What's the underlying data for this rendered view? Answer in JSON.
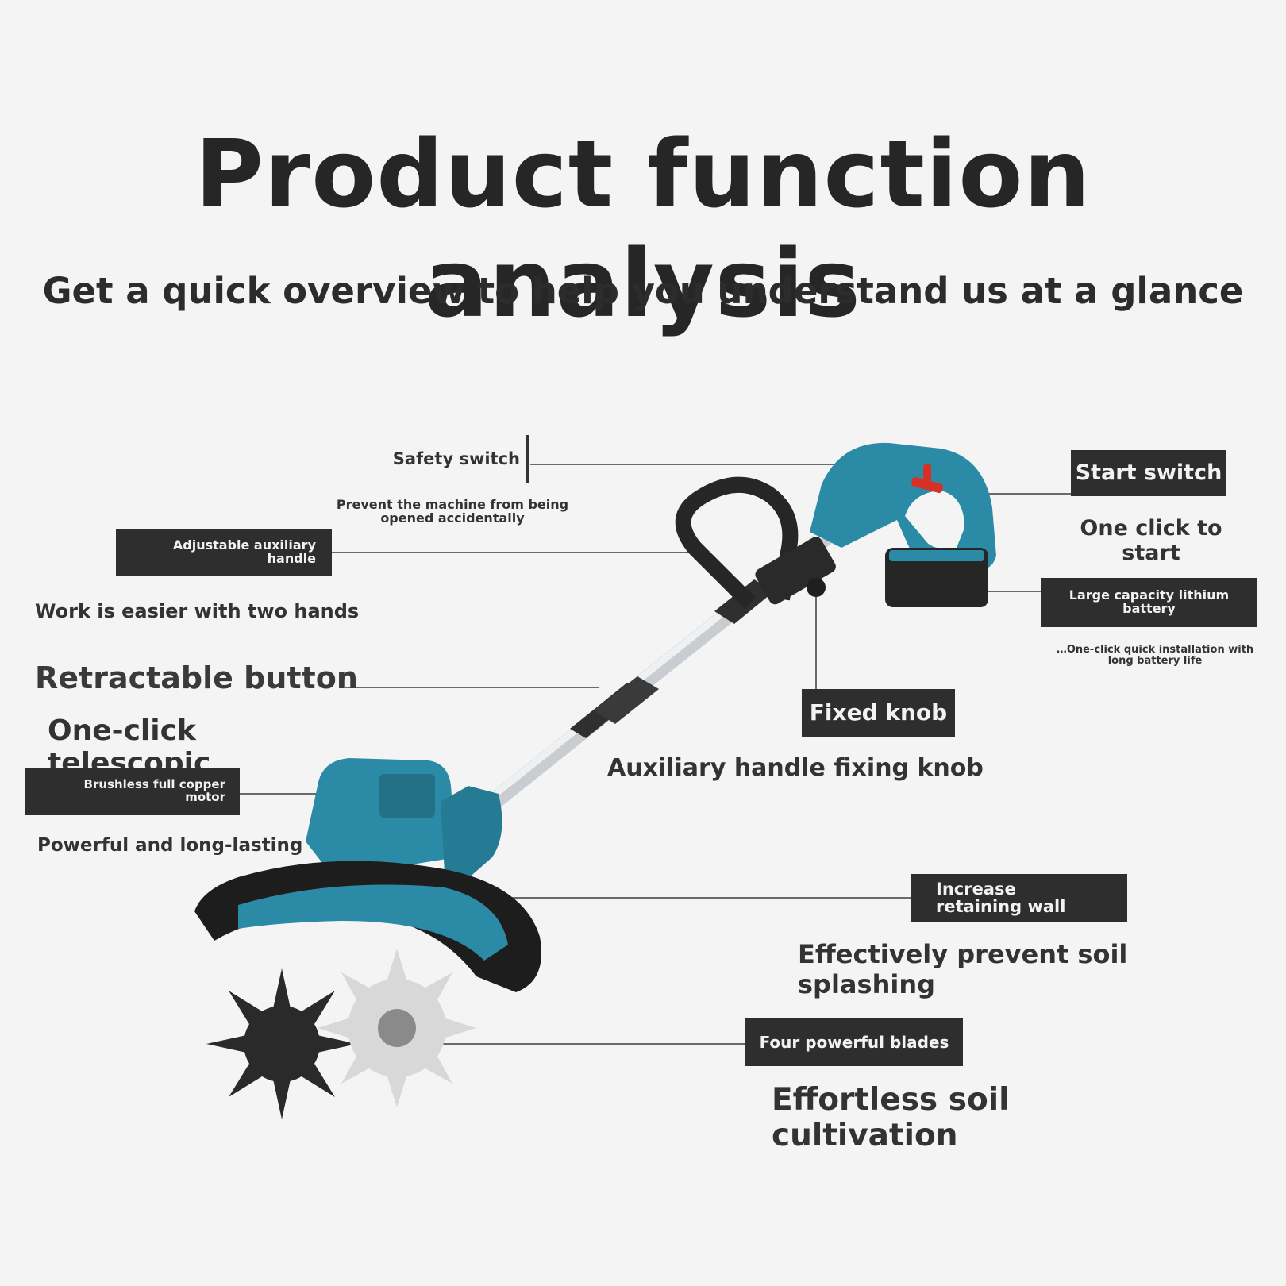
{
  "header": {
    "title": "Product function analysis",
    "subtitle": "Get a quick overview to help you understand us at a glance"
  },
  "colors": {
    "background": "#f4f4f4",
    "tag_background": "#2e2e2e",
    "tool_body": "#2b8ba6",
    "trigger": "#d93025"
  },
  "callouts": {
    "safety_switch": {
      "label": "Safety switch",
      "desc": "Prevent the machine from being opened accidentally"
    },
    "start_switch": {
      "label": "Start switch",
      "desc": "One click to start"
    },
    "auxiliary_handle": {
      "label": "Adjustable auxiliary handle",
      "desc": "Work is easier with two hands"
    },
    "battery": {
      "label": "Large capacity lithium battery",
      "desc": "…One-click quick installation with long battery life"
    },
    "retractable_button": {
      "label": "Retractable button",
      "desc": "One-click telescopic"
    },
    "fixed_knob": {
      "label": "Fixed knob",
      "desc": "Auxiliary handle fixing knob"
    },
    "motor": {
      "label": "Brushless full copper motor",
      "desc": "Powerful and long-lasting"
    },
    "retaining_wall": {
      "label": "Increase retaining wall",
      "desc": "Effectively prevent soil splashing"
    },
    "blades": {
      "label": "Four powerful blades",
      "desc": "Effortless soil cultivation"
    }
  }
}
